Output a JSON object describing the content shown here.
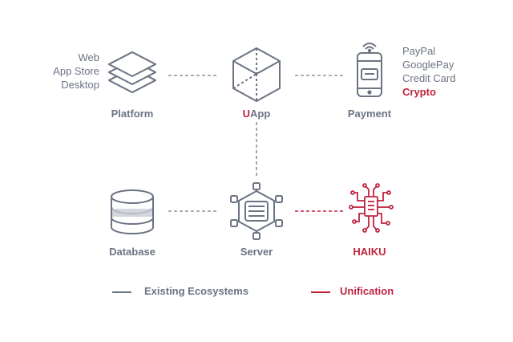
{
  "colors": {
    "gray": "#6b7384",
    "red": "#c0233f",
    "dash": "#8d93a3"
  },
  "platform": {
    "label": "Platform",
    "targets": [
      "Web",
      "App Store",
      "Desktop"
    ]
  },
  "uapp": {
    "prefix": "U",
    "rest": "App"
  },
  "payment": {
    "label": "Payment",
    "methods": [
      "PayPal",
      "GooglePay",
      "Credit Card"
    ],
    "highlight": "Crypto"
  },
  "database": {
    "label": "Database"
  },
  "server": {
    "label": "Server"
  },
  "haiku": {
    "label": "HAIKU"
  },
  "legend": {
    "existing": "Existing Ecosystems",
    "unification": "Unification"
  }
}
